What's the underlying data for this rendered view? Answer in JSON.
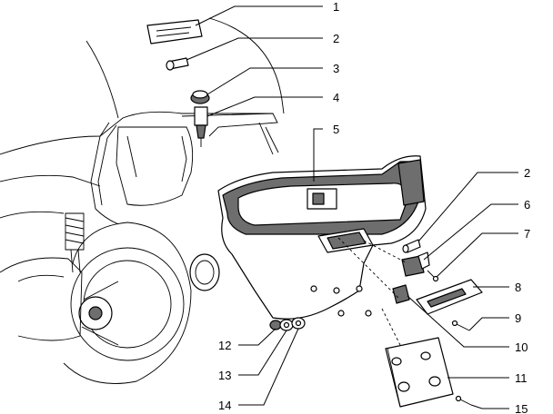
{
  "callouts": [
    {
      "label": "1"
    },
    {
      "label": "2"
    },
    {
      "label": "3"
    },
    {
      "label": "4"
    },
    {
      "label": "5"
    },
    {
      "label": "2"
    },
    {
      "label": "6"
    },
    {
      "label": "7"
    },
    {
      "label": "8"
    },
    {
      "label": "9"
    },
    {
      "label": "10"
    },
    {
      "label": "11"
    },
    {
      "label": "12"
    },
    {
      "label": "13"
    },
    {
      "label": "14"
    },
    {
      "label": "15"
    }
  ]
}
